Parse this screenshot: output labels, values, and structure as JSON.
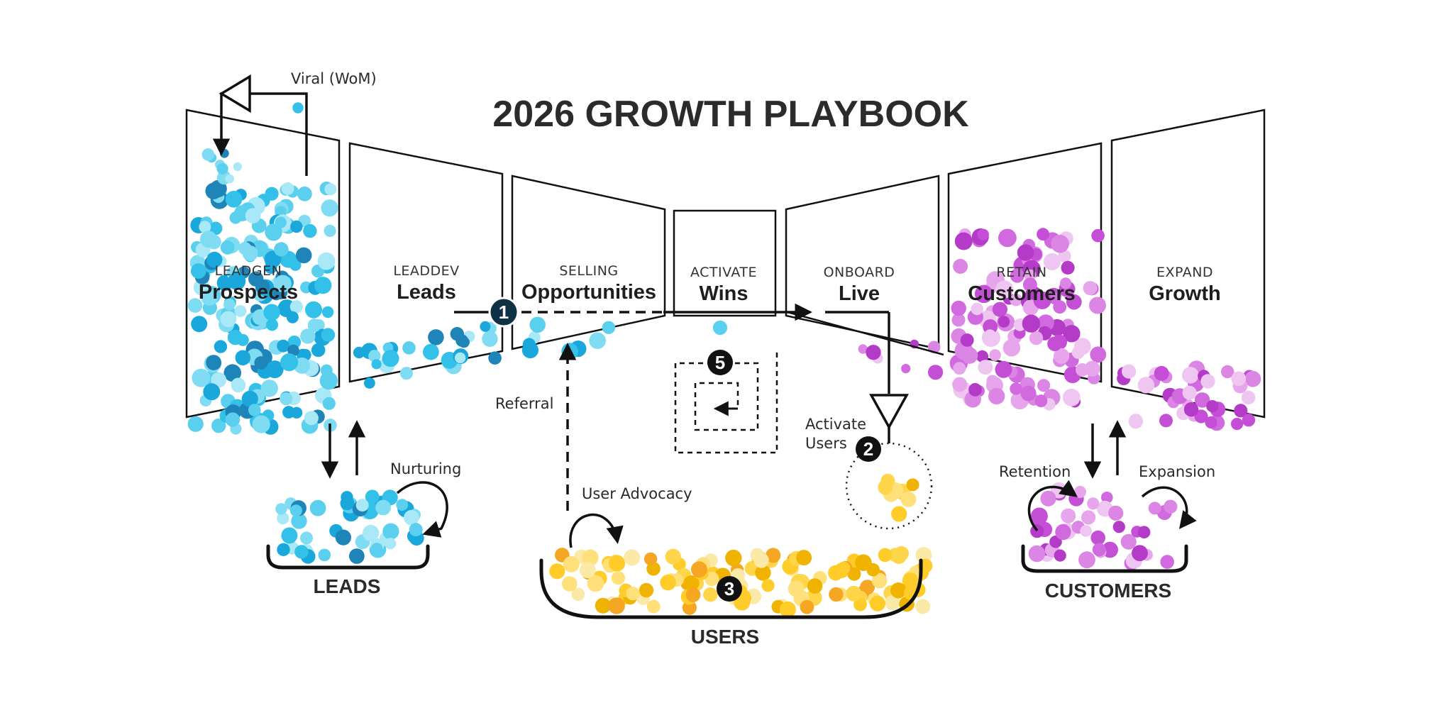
{
  "title": "2026 GROWTH PLAYBOOK",
  "colors": {
    "leads_palette": [
      "#7fdcf2",
      "#5ad0ee",
      "#33c1ea",
      "#a9e8f7",
      "#1aa8dc",
      "#1f84b8"
    ],
    "users_palette": [
      "#ffe07a",
      "#ffd54a",
      "#ffcc29",
      "#fbe9a8",
      "#f5a623",
      "#f0b400"
    ],
    "customers_palette": [
      "#e7a6ec",
      "#db86e4",
      "#d16ade",
      "#efc5f2",
      "#c44fd6",
      "#b43ac8"
    ],
    "line": "#111111",
    "badge": "#111111",
    "badge_dark": "#0f3146"
  },
  "stages": [
    {
      "id": "leadgen",
      "small": "LEADGEN",
      "big": "Prospects"
    },
    {
      "id": "leaddev",
      "small": "LEADDEV",
      "big": "Leads"
    },
    {
      "id": "selling",
      "small": "SELLING",
      "big": "Opportunities"
    },
    {
      "id": "activate",
      "small": "ACTIVATE",
      "big": "Wins"
    },
    {
      "id": "onboard",
      "small": "ONBOARD",
      "big": "Live"
    },
    {
      "id": "retain",
      "small": "RETAIN",
      "big": "Customers"
    },
    {
      "id": "expand",
      "small": "EXPAND",
      "big": "Growth"
    }
  ],
  "annotations": {
    "viral": "Viral (WoM)",
    "nurturing": "Nurturing",
    "referral": "Referral",
    "user_advocacy": "User Advocacy",
    "activate_users_1": "Activate",
    "activate_users_2": "Users",
    "retention": "Retention",
    "expansion": "Expansion"
  },
  "buckets": {
    "leads": "LEADS",
    "users": "USERS",
    "customers": "CUSTOMERS"
  },
  "badges": [
    "1",
    "2",
    "3",
    "5"
  ]
}
